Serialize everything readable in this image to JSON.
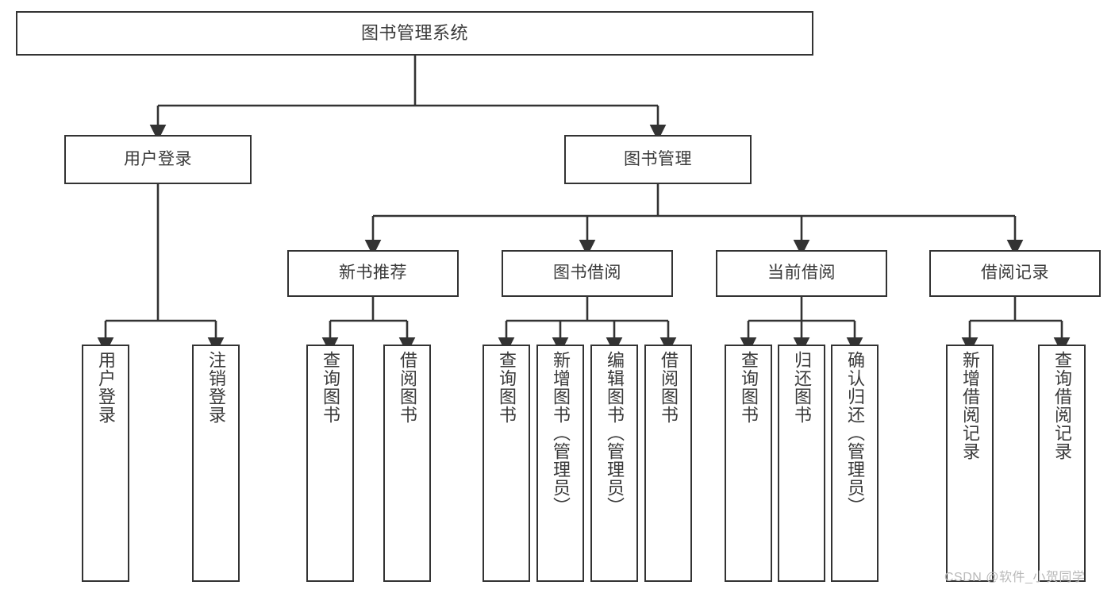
{
  "diagram": {
    "type": "hierarchy-tree",
    "title": "图书管理系统",
    "watermark": "CSDN @软件_小贺同学",
    "colors": {
      "box_border": "#333333",
      "box_fill": "#ffffff",
      "connector": "#333333",
      "text": "#3a3a3a",
      "watermark": "#b9b9b9",
      "background": "#ffffff"
    },
    "levels": {
      "level1": [
        {
          "id": "root",
          "label": "图书管理系统"
        }
      ],
      "level2": [
        {
          "id": "user-login",
          "label": "用户登录"
        },
        {
          "id": "book-manage",
          "label": "图书管理"
        }
      ],
      "level3": [
        {
          "id": "new-book-rec",
          "label": "新书推荐"
        },
        {
          "id": "book-borrow",
          "label": "图书借阅"
        },
        {
          "id": "current-borrow",
          "label": "当前借阅"
        },
        {
          "id": "borrow-record",
          "label": "借阅记录"
        }
      ],
      "level4": {
        "user_login_children": [
          {
            "id": "leaf-user-login",
            "label": "用户登录"
          },
          {
            "id": "leaf-logout",
            "label": "注销登录"
          }
        ],
        "new_book_rec_children": [
          {
            "id": "leaf-query-book-1",
            "label": "查询图书"
          },
          {
            "id": "leaf-borrow-book-1",
            "label": "借阅图书"
          }
        ],
        "book_borrow_children": [
          {
            "id": "leaf-query-book-2",
            "label": "查询图书"
          },
          {
            "id": "leaf-add-book",
            "label": "新增图书（管理员）"
          },
          {
            "id": "leaf-edit-book",
            "label": "编辑图书（管理员）"
          },
          {
            "id": "leaf-borrow-book-2",
            "label": "借阅图书"
          }
        ],
        "current_borrow_children": [
          {
            "id": "leaf-query-book-3",
            "label": "查询图书"
          },
          {
            "id": "leaf-return-book",
            "label": "归还图书"
          },
          {
            "id": "leaf-confirm-return",
            "label": "确认归还（管理员）"
          }
        ],
        "borrow_record_children": [
          {
            "id": "leaf-add-record",
            "label": "新增借阅记录"
          },
          {
            "id": "leaf-query-record",
            "label": "查询借阅记录"
          }
        ]
      }
    }
  }
}
